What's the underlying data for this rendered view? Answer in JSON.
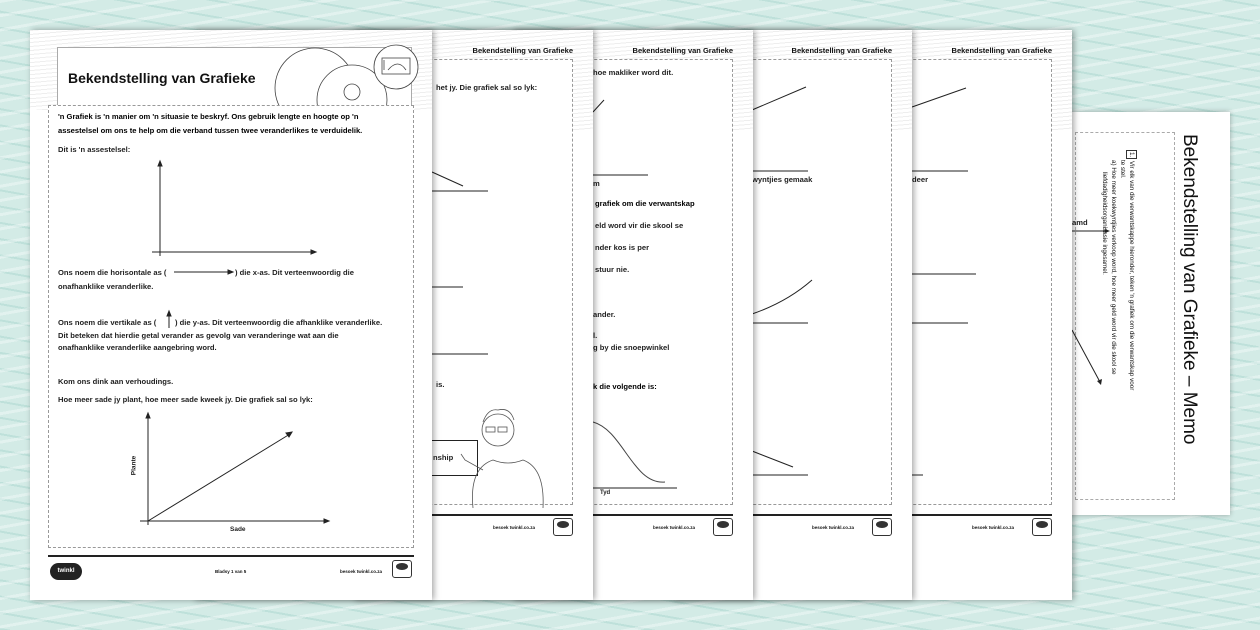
{
  "page1": {
    "title": "Bekendstelling van Grafieke",
    "intro1": "'n Grafiek is 'n manier om 'n situasie te beskryf. Ons gebruik lengte en hoogte op 'n",
    "intro2": "assestelsel om ons te help om die verband tussen twee veranderlikes te verduidelik.",
    "axes_label": "Dit is 'n assestelsel:",
    "horiz1a": "Ons noem die horisontale as (",
    "horiz1b": ") die x-as. Dit verteenwoordig die",
    "horiz2": "onafhanklike veranderlike.",
    "vert1a": "Ons noem die vertikale as (",
    "vert1b": ") die y-as. Dit verteenwoordig die afhanklike veranderlike.",
    "vert2": "Dit beteken dat hierdie getal verander as gevolg van veranderinge wat aan die",
    "vert3": "onafhanklike veranderlike aangebring word.",
    "ratio": "Kom ons dink aan verhoudings.",
    "example": "Hoe meer sade jy plant, hoe meer sade kweek jy. Die grafiek sal so lyk:",
    "ylabel": "Plante",
    "xlabel": "Sade",
    "logo": "twinkl",
    "page_num": "Bladsy 1 van 5",
    "site": "besoek twinkl.co.za"
  },
  "header": "Bekendstelling van Grafieke",
  "site": "besoek twinkl.co.za",
  "page2": {
    "t1": "het jy. Die grafiek sal so lyk:",
    "t2": "is.",
    "t3": "nship"
  },
  "page3": {
    "t1": "hoe makliker word dit.",
    "t2": "m",
    "t3": "grafiek om die verwantskap",
    "t4": "eld word vir die skool se",
    "t5": "nder kos is per",
    "t6": "stuur nie.",
    "t7": "ander.",
    "t8": "l.",
    "t9": "g by die snoepwinkel",
    "t10": "k die volgende is:",
    "t11": "Tyd"
  },
  "page4": {
    "t1": "wyntjies gemaak"
  },
  "page5": {
    "t1": "deer"
  },
  "memo": {
    "title": "Bekendstelling van Grafieke – Memo",
    "q_num": "1.",
    "q1": "Vir elk van die verwantskappe hieronder, teken 'n grafiek om die verwantskap voor",
    "q2": "te stel.",
    "a1": "a) Hoe meer koekwyntjies verkoop word, hoe meer geld word vir die skool se",
    "a2": "liefdadigheidsorganisasie ingesamel.",
    "frag": "amd"
  }
}
